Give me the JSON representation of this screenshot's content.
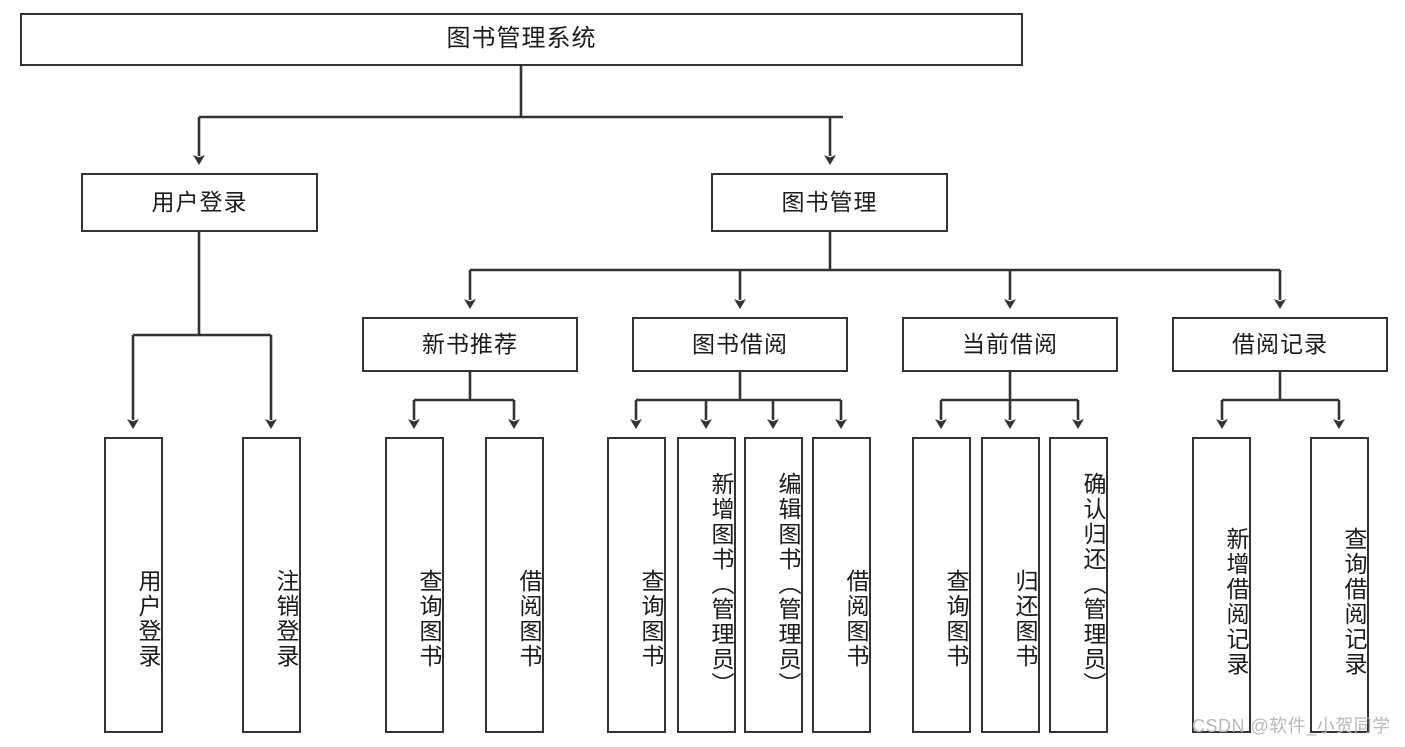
{
  "diagram": {
    "type": "tree",
    "title": "图书管理系统",
    "orientation": "top-down",
    "colors": {
      "box_border": "#333333",
      "box_fill": "#ffffff",
      "edge": "#333333",
      "text": "#1b1b1b",
      "watermark": "#b9b9b9",
      "background": "#ffffff"
    },
    "nodes": {
      "root": {
        "label": "图书管理系统"
      },
      "level2": [
        {
          "id": "user_login",
          "label": "用户登录"
        },
        {
          "id": "book_manage",
          "label": "图书管理"
        }
      ],
      "level3": [
        {
          "id": "new_book_rec",
          "label": "新书推荐"
        },
        {
          "id": "book_borrow",
          "label": "图书借阅"
        },
        {
          "id": "current_borrow",
          "label": "当前借阅"
        },
        {
          "id": "borrow_record",
          "label": "借阅记录"
        }
      ],
      "leaves": {
        "user_login": [
          {
            "id": "leaf_user_login",
            "label": "用户登录"
          },
          {
            "id": "leaf_logout",
            "label": "注销登录"
          }
        ],
        "new_book_rec": [
          {
            "id": "leaf_query_book_1",
            "label": "查询图书"
          },
          {
            "id": "leaf_borrow_book_1",
            "label": "借阅图书"
          }
        ],
        "book_borrow": [
          {
            "id": "leaf_query_book_2",
            "label": "查询图书"
          },
          {
            "id": "leaf_add_book",
            "label": "新增图书（管理员）"
          },
          {
            "id": "leaf_edit_book",
            "label": "编辑图书（管理员）"
          },
          {
            "id": "leaf_borrow_book_2",
            "label": "借阅图书"
          }
        ],
        "current_borrow": [
          {
            "id": "leaf_query_book_3",
            "label": "查询图书"
          },
          {
            "id": "leaf_return_book",
            "label": "归还图书"
          },
          {
            "id": "leaf_confirm_return",
            "label": "确认归还（管理员）"
          }
        ],
        "borrow_record": [
          {
            "id": "leaf_add_record",
            "label": "新增借阅记录"
          },
          {
            "id": "leaf_query_record",
            "label": "查询借阅记录"
          }
        ]
      }
    },
    "watermark": "CSDN @软件_小贺同学"
  }
}
